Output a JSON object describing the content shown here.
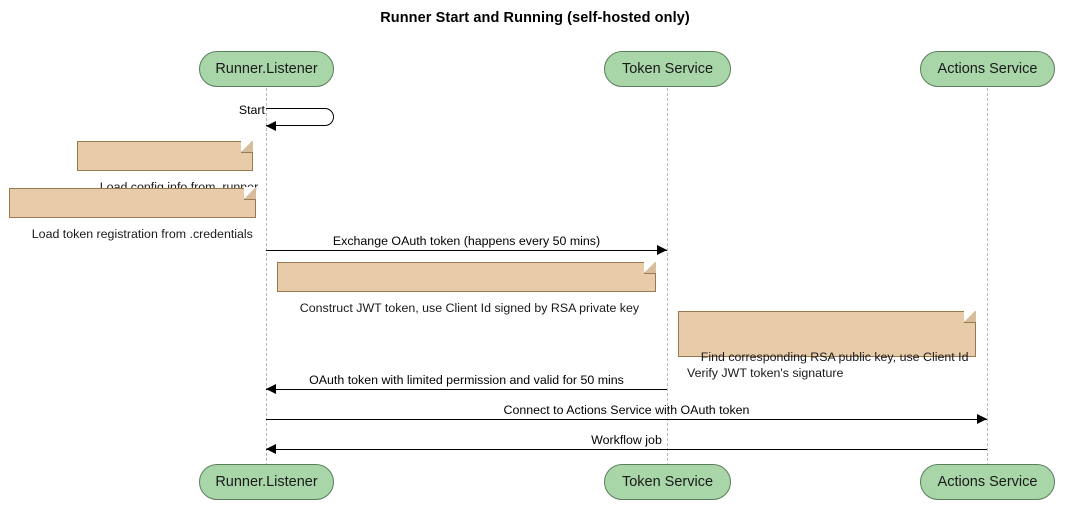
{
  "diagram": {
    "type": "uml-sequence-diagram",
    "title": "Runner Start and Running (self-hosted only)",
    "colors": {
      "participant_fill": "#a8d6a9",
      "participant_border": "#5a7d5b",
      "note_fill": "#e8cba9",
      "note_border": "#9a7b4f",
      "lifeline": "#b8b8b8",
      "arrow": "#000000",
      "background": "#ffffff"
    }
  },
  "participants": [
    {
      "id": "runner",
      "label": "Runner.Listener"
    },
    {
      "id": "token",
      "label": "Token Service"
    },
    {
      "id": "actions",
      "label": "Actions Service"
    }
  ],
  "messages": [
    {
      "id": "m1",
      "label": "Start",
      "from": "runner",
      "to": "runner",
      "kind": "self"
    },
    {
      "id": "m2",
      "label": "Exchange OAuth token (happens every 50 mins)",
      "from": "runner",
      "to": "token",
      "direction": "right"
    },
    {
      "id": "m3",
      "label": "OAuth token with limited permission and valid for 50 mins",
      "from": "token",
      "to": "runner",
      "direction": "left"
    },
    {
      "id": "m4",
      "label": "Connect to Actions Service with OAuth token",
      "from": "runner",
      "to": "actions",
      "direction": "right"
    },
    {
      "id": "m5",
      "label": "Workflow job",
      "from": "actions",
      "to": "runner",
      "direction": "left"
    }
  ],
  "notes": [
    {
      "id": "n1",
      "lines": "Load config info from .runner",
      "attached_to": "runner"
    },
    {
      "id": "n2",
      "lines": "Load token registration from .credentials",
      "attached_to": "runner"
    },
    {
      "id": "n3",
      "lines": "Construct JWT token, use Client Id signed by RSA private key",
      "attached_to": "runner"
    },
    {
      "id": "n4",
      "lines": "Find corresponding RSA public key, use Client Id\nVerify JWT token's signature",
      "attached_to": "token"
    }
  ]
}
